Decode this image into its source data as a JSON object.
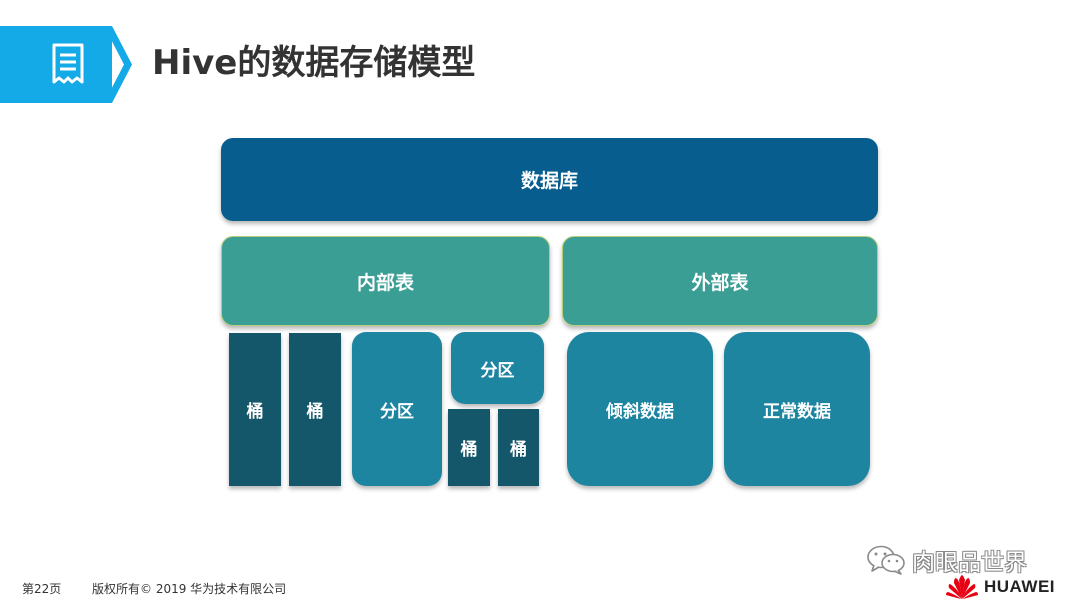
{
  "header": {
    "title": "Hive的数据存储模型",
    "accent_color": "#14a9e7",
    "icon": "document-list-icon"
  },
  "diagram": {
    "database": "数据库",
    "internal_table": {
      "label": "内部表",
      "bucket_1": "桶",
      "bucket_2": "桶",
      "partition_1": "分区",
      "partition_2": "分区",
      "bucket_3": "桶",
      "bucket_4": "桶"
    },
    "external_table": {
      "label": "外部表",
      "skewed_data": "倾斜数据",
      "normal_data": "正常数据"
    },
    "colors": {
      "database": "#075e8e",
      "table": "#3a9e94",
      "bucket": "#15576a",
      "partition": "#1d85a0"
    }
  },
  "footer": {
    "page": "第22页",
    "copyright": "版权所有© 2019 华为技术有限公司",
    "wechat_label": "肉眼品世界",
    "brand": "HUAWEI",
    "brand_color": "#e60012"
  }
}
